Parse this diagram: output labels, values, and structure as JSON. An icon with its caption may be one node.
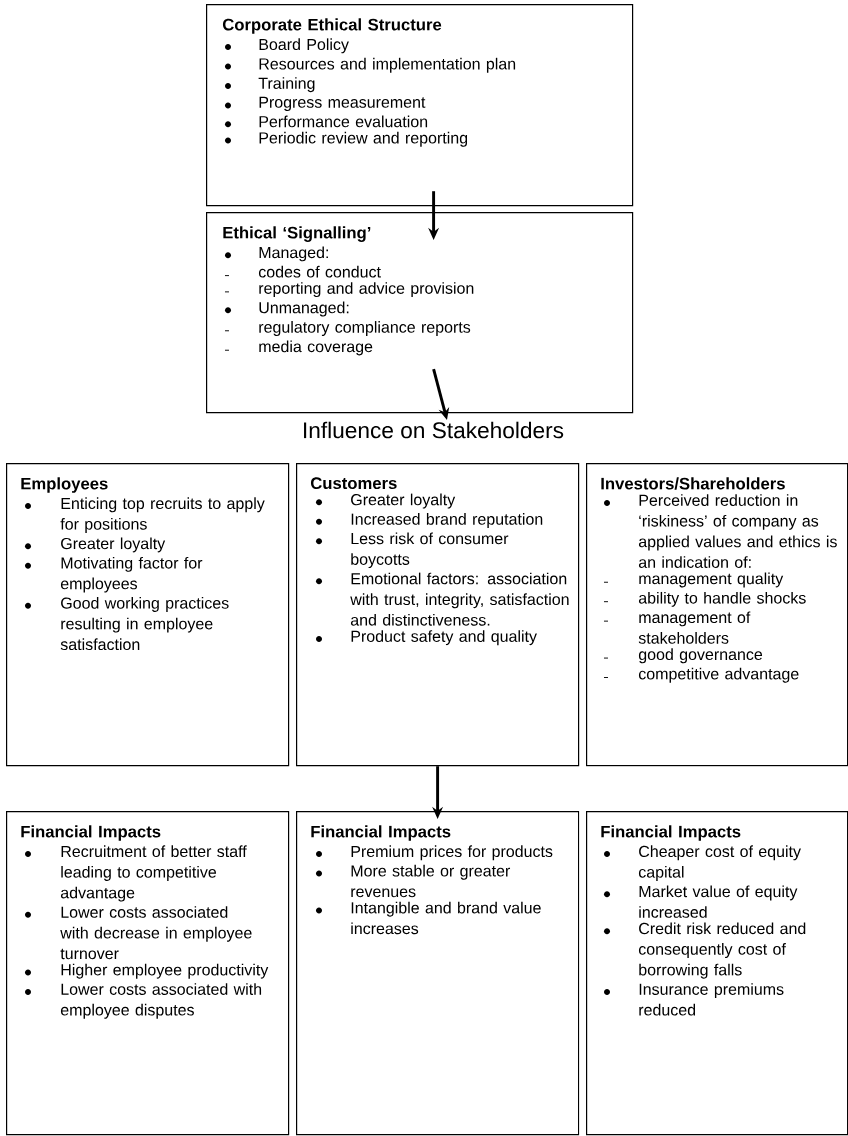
{
  "diagram": {
    "nodes": [
      {
        "text": [
          "Corporate Ethical Structure",
          "Board Policy",
          "Resources and implementation plan",
          "Training",
          "Progress measurement",
          "Performance evaluation",
          "Periodic review and reporting"
        ]
      },
      {
        "text": [
          "Ethical ‘Signalling’",
          "Managed:",
          "codes of conduct",
          "reporting and advice provision",
          "Unmanaged:",
          "regulatory compliance reports",
          "media coverage"
        ]
      },
      {
        "text": [
          "Influence on Stakeholders"
        ]
      },
      {
        "text": [
          "Employees",
          "Enticing top recruits to apply for positions",
          "Greater loyalty",
          "Motivating factor for employees",
          "Good working practices resulting in employee satisfaction"
        ]
      },
      {
        "text": [
          "Customers",
          "Greater loyalty",
          "Increased brand reputation",
          "Less risk of consumer boycotts",
          "Emotional factors: association with trust, integrity, satisfaction and distinctiveness.",
          "Product safety and quality"
        ]
      },
      {
        "text": [
          "Investors/Shareholders",
          "Perceived reduction in ‘riskiness’ of company as applied values and ethics is an indication of:",
          "management quality",
          "ability to handle shocks",
          "management of stakeholders",
          "good governance",
          "competitive advantage"
        ]
      },
      {
        "text": [
          "Financial Impacts",
          "Recruitment of better staff leading to competitive advantage",
          "Lower costs associated with decrease in employee turnover",
          "Higher employee productivity",
          "Lower costs associated with employee disputes"
        ]
      },
      {
        "text": [
          "Financial Impacts",
          "Premium prices for products",
          "More stable or greater revenues",
          "Intangible and brand value increases"
        ]
      },
      {
        "text": [
          "Financial Impacts",
          "Cheaper cost of equity capital",
          "Market value of equity increased",
          "Credit risk reduced and consequently cost of borrowing falls",
          "Insurance premiums reduced"
        ]
      }
    ],
    "edges": [
      {
        "from": 0,
        "to": 1,
        "arrow": "to"
      },
      {
        "from": 1,
        "to": 2,
        "arrow": "to"
      },
      {
        "from": 4,
        "to": 7,
        "arrow": "to"
      }
    ]
  }
}
